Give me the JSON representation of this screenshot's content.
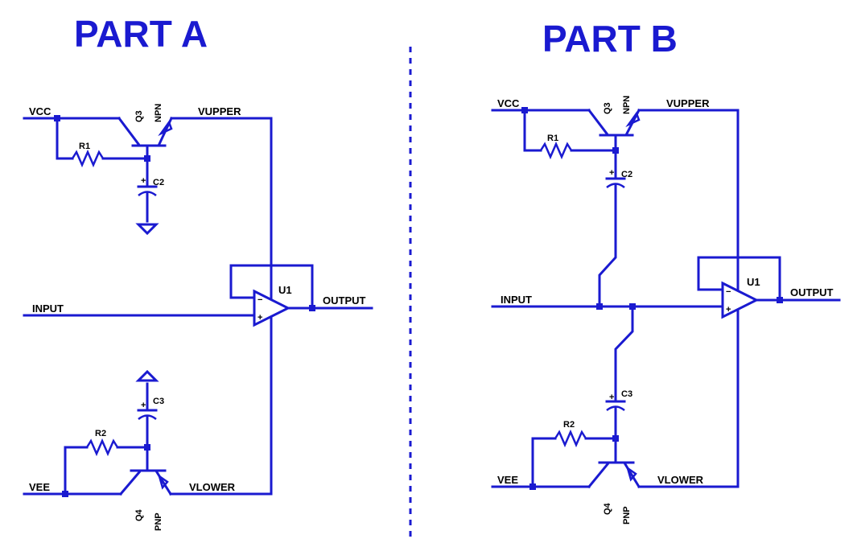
{
  "part_a": {
    "title": "PART A",
    "vcc": "VCC",
    "vee": "VEE",
    "q3": "Q3",
    "npn": "NPN",
    "q4": "Q4",
    "pnp": "PNP",
    "r1": "R1",
    "r2": "R2",
    "c2": "C2",
    "c3": "C3",
    "u1": "U1",
    "vupper": "VUPPER",
    "vlower": "VLOWER",
    "input": "INPUT",
    "output": "OUTPUT"
  },
  "part_b": {
    "title": "PART B",
    "vcc": "VCC",
    "vee": "VEE",
    "q3": "Q3",
    "npn": "NPN",
    "q4": "Q4",
    "pnp": "PNP",
    "r1": "R1",
    "r2": "R2",
    "c2": "C2",
    "c3": "C3",
    "u1": "U1",
    "vupper": "VUPPER",
    "vlower": "VLOWER",
    "input": "INPUT",
    "output": "OUTPUT"
  },
  "colors": {
    "wire": "#1a1ad0",
    "text": "#000000"
  }
}
